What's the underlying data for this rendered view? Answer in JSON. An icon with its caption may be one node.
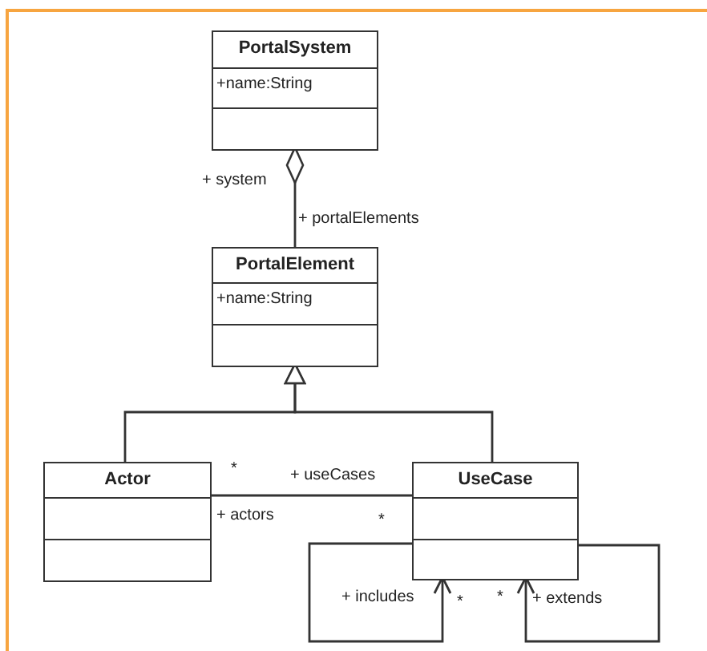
{
  "diagram": {
    "nodes": [
      {
        "text": [
          "PortalSystem",
          "+name:String"
        ]
      },
      {
        "text": [
          "PortalElement",
          "+name:String"
        ]
      },
      {
        "text": [
          "Actor"
        ]
      },
      {
        "text": [
          "UseCase"
        ]
      }
    ],
    "edges": [
      {
        "from": 1,
        "to": 0,
        "arrow": "other"
      },
      {
        "from": 2,
        "to": 1,
        "arrow": "to"
      },
      {
        "from": 3,
        "to": 1,
        "arrow": "to"
      },
      {
        "from": 2,
        "to": 3,
        "arrow": "none"
      },
      {
        "from": 3,
        "to": 3,
        "arrow": "to"
      },
      {
        "from": 3,
        "to": 3,
        "arrow": "to"
      }
    ],
    "labels": [
      "+ system",
      "+ portalElements",
      "*",
      "+ useCases",
      "+ actors",
      "*",
      "+ includes",
      "*",
      "*",
      "+ extends"
    ]
  }
}
